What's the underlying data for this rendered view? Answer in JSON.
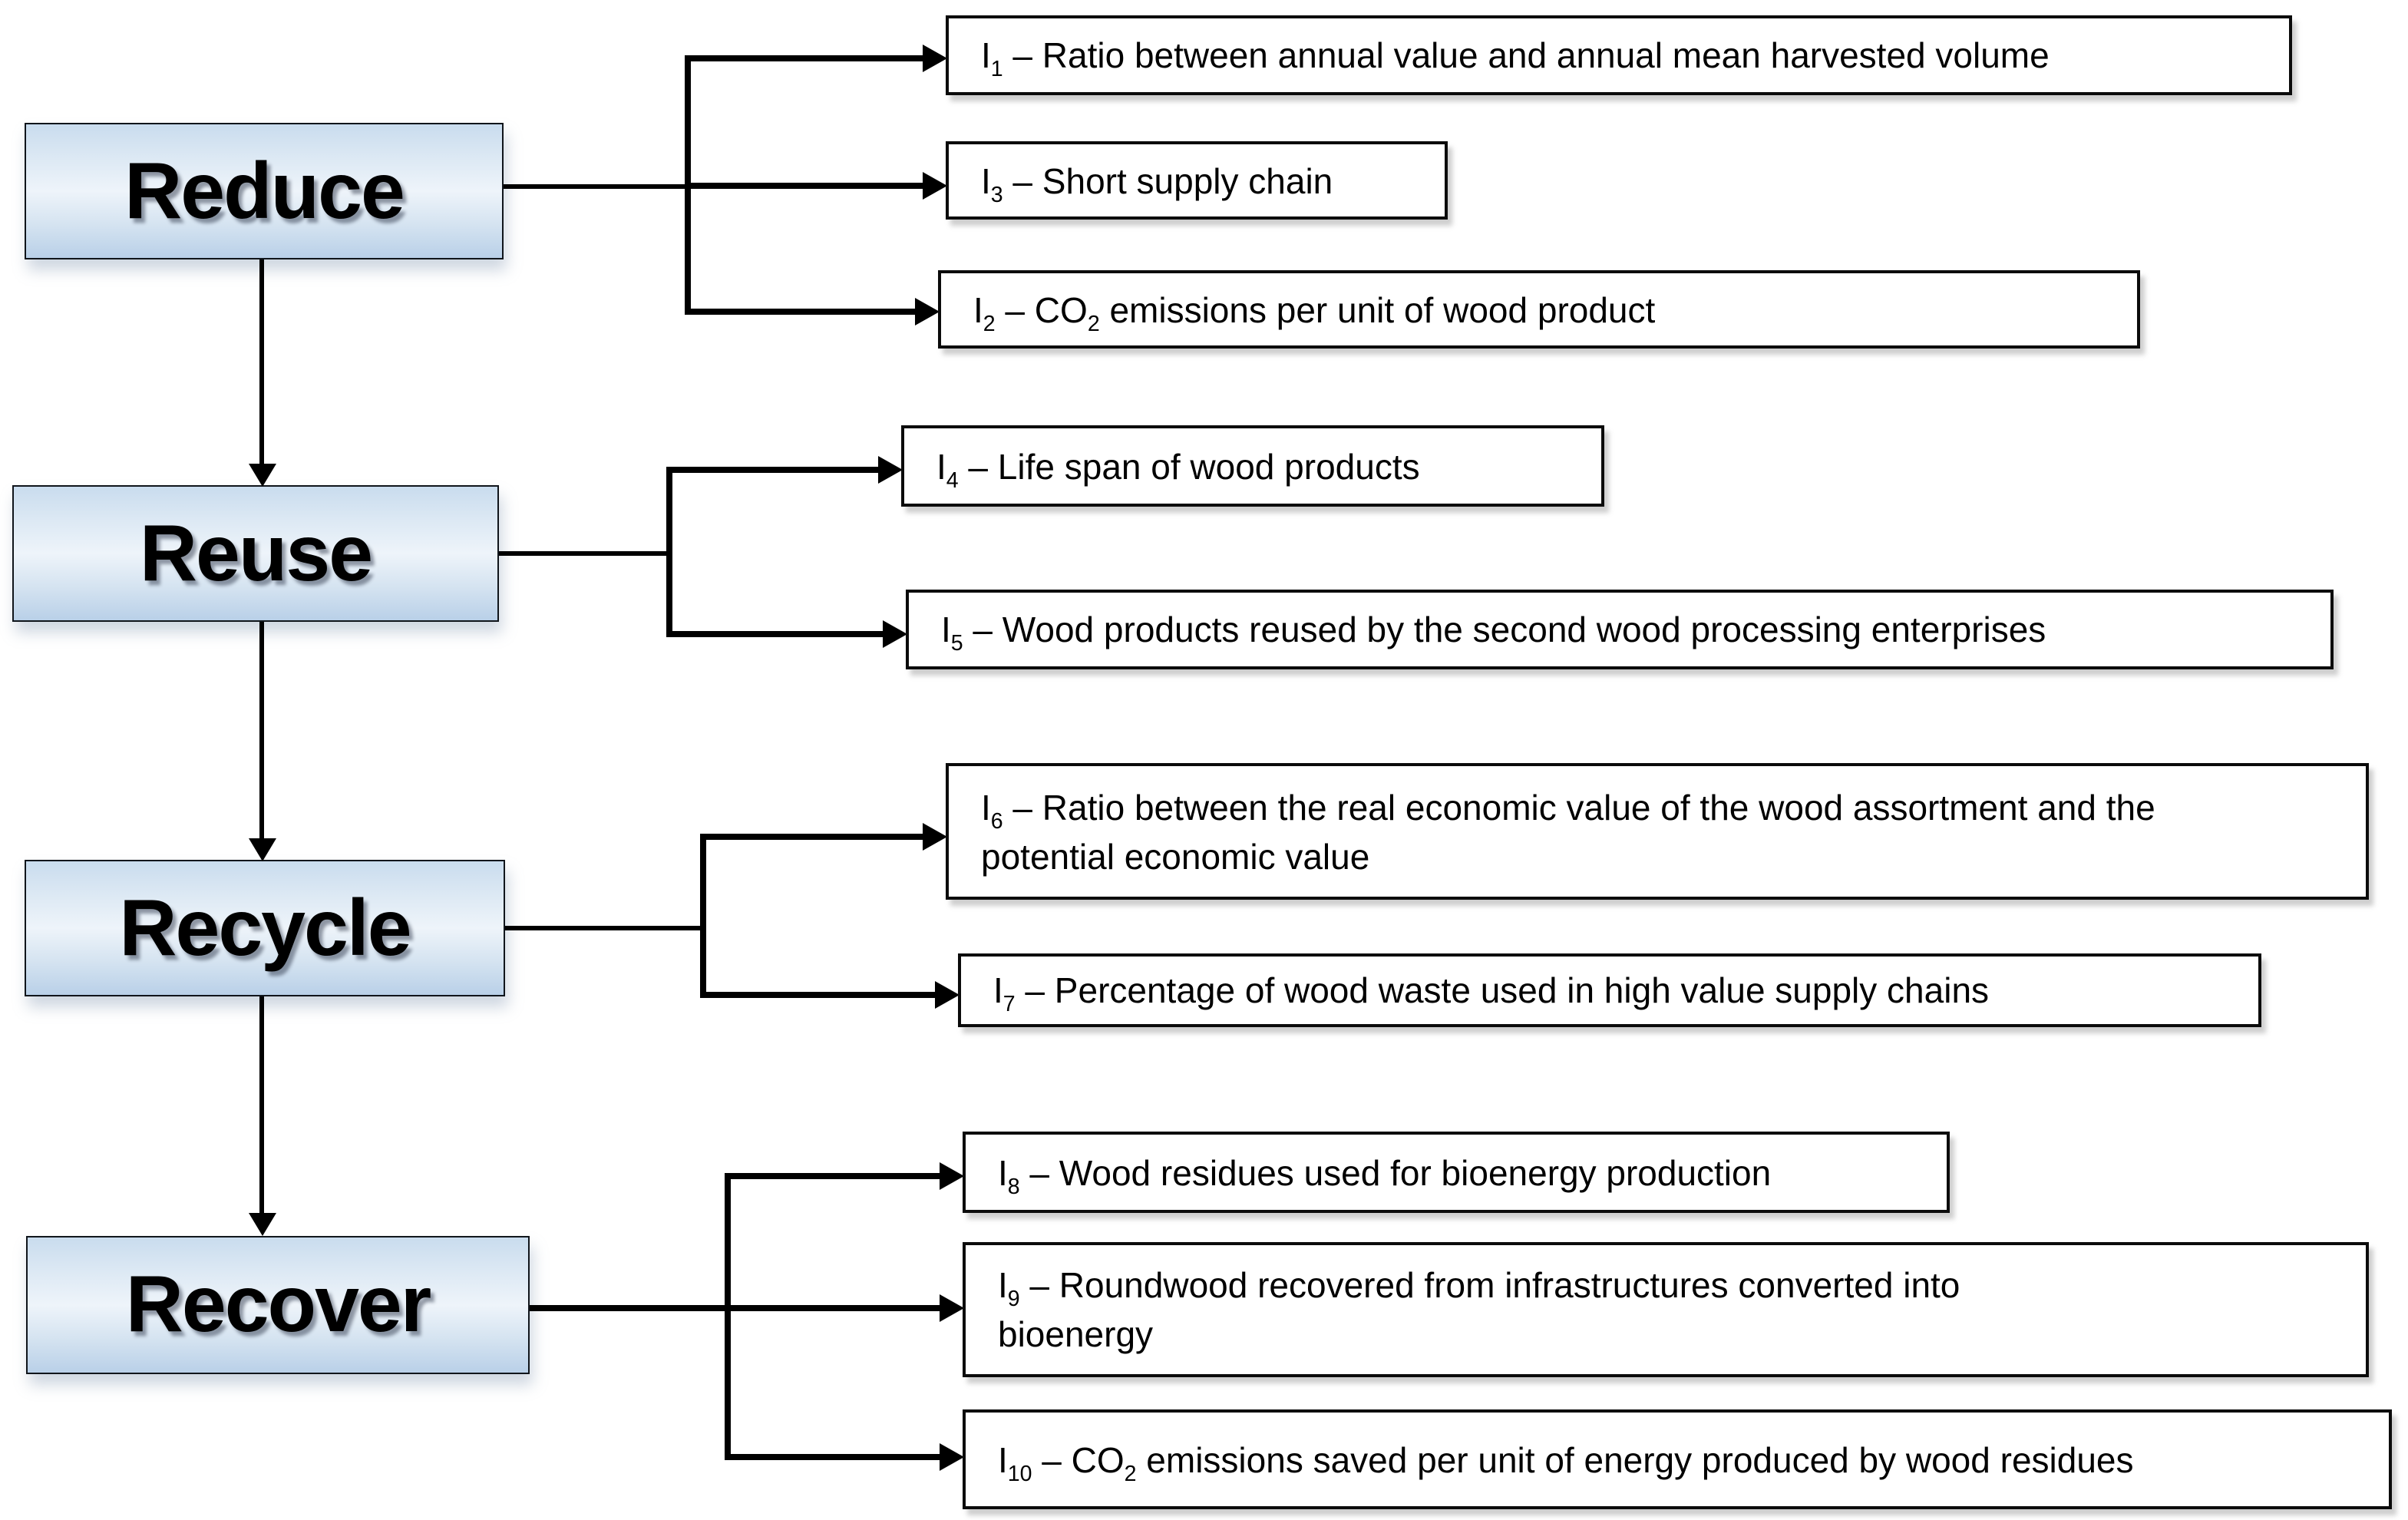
{
  "colors": {
    "background": "#ffffff",
    "text": "#000000",
    "connector": "#000000",
    "indicator_border": "#0b0b0b",
    "indicator_background": "#ffffff",
    "stage_border": "#10151b",
    "stage_gradient": [
      "#c9dcee",
      "#dde9f4",
      "#eef4fa",
      "#d6e4f1",
      "#b9d0e8"
    ]
  },
  "diagram": {
    "stages": [
      {
        "label": "Reduce"
      },
      {
        "label": "Reuse"
      },
      {
        "label": "Recycle"
      },
      {
        "label": "Recover"
      }
    ],
    "indicators": [
      {
        "base": "I",
        "sub": "1",
        "desc": [
          {
            "text": " – Ratio between annual value and annual mean harvested volume"
          }
        ]
      },
      {
        "base": "I",
        "sub": "3",
        "desc": [
          {
            "text": " – Short supply chain"
          }
        ]
      },
      {
        "base": "I",
        "sub": "2",
        "desc": [
          {
            "text": " – CO"
          },
          {
            "sub": "2"
          },
          {
            "text": " emissions per unit of wood product"
          }
        ]
      },
      {
        "base": "I",
        "sub": "4",
        "desc": [
          {
            "text": " – Life span of wood products"
          }
        ]
      },
      {
        "base": "I",
        "sub": "5",
        "desc": [
          {
            "text": " – Wood products reused by the second wood processing enterprises"
          }
        ]
      },
      {
        "base": "I",
        "sub": "6",
        "desc": [
          {
            "text": " – Ratio between the real economic value of the wood assortment and the potential economic value"
          }
        ]
      },
      {
        "base": "I",
        "sub": "7",
        "desc": [
          {
            "text": " – Percentage of wood waste used in high value supply chains"
          }
        ]
      },
      {
        "base": "I",
        "sub": "8",
        "desc": [
          {
            "text": " – Wood residues used for bioenergy production"
          }
        ]
      },
      {
        "base": "I",
        "sub": "9",
        "desc": [
          {
            "text": " – Roundwood recovered from infrastructures converted into bioenergy"
          }
        ]
      },
      {
        "base": "I",
        "sub": "10",
        "desc": [
          {
            "text": " – CO"
          },
          {
            "sub": "2"
          },
          {
            "text": " emissions saved per unit of energy produced by wood residues"
          }
        ]
      }
    ],
    "connections": [
      {
        "from": "Reduce",
        "to": [
          "I1",
          "I3",
          "I2"
        ]
      },
      {
        "from": "Reduce",
        "to_next_stage": "Reuse"
      },
      {
        "from": "Reuse",
        "to": [
          "I4",
          "I5"
        ]
      },
      {
        "from": "Reuse",
        "to_next_stage": "Recycle"
      },
      {
        "from": "Recycle",
        "to": [
          "I6",
          "I7"
        ]
      },
      {
        "from": "Recycle",
        "to_next_stage": "Recover"
      },
      {
        "from": "Recover",
        "to": [
          "I8",
          "I9",
          "I10"
        ]
      }
    ]
  }
}
